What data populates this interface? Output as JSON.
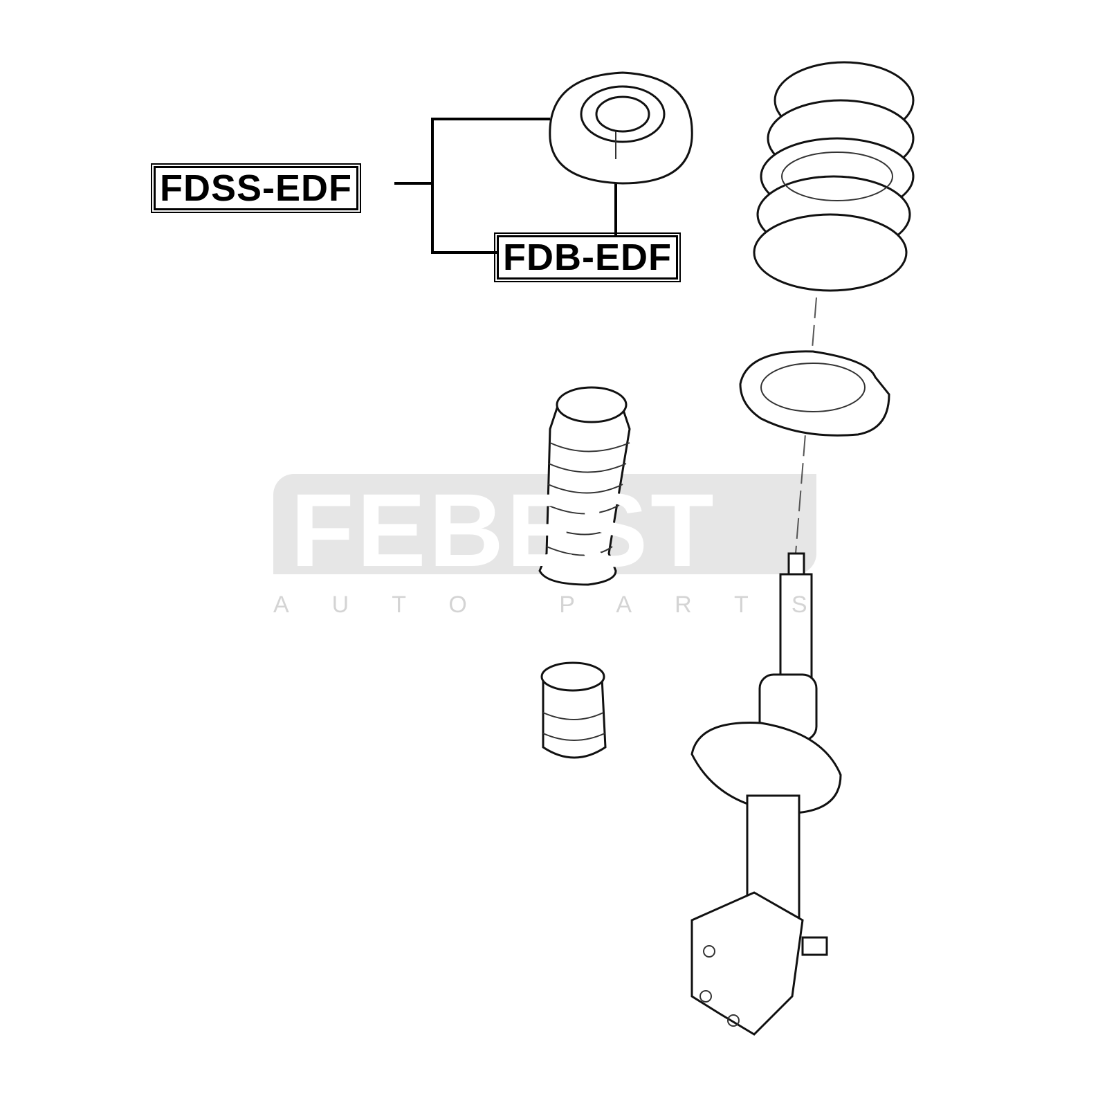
{
  "labels": {
    "top_mount": "FDSS-EDF",
    "bearing": "FDB-EDF"
  },
  "watermark": {
    "brand": "FEBEST",
    "tagline": "AUTO PARTS"
  }
}
